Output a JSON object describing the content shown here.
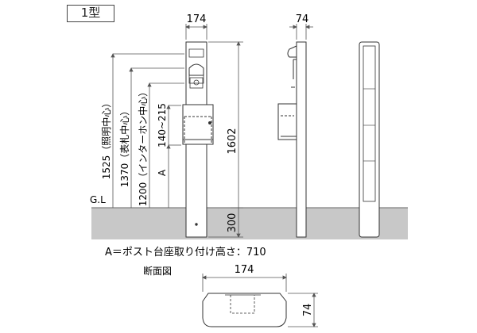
{
  "title": "1型",
  "labels": {
    "width_front": "174",
    "width_side": "74",
    "total_height": "1602",
    "buried_depth": "300",
    "gl": "G.L",
    "lighting_center": "1525（照明中心）",
    "nameplate_center": "1370（表札中心）",
    "intercom_center": "1200（インターホン中心）",
    "range": "140~215",
    "post_marker": "A",
    "post_note": "A＝ポスト台座取り付け高さ：710",
    "section_title": "断面図",
    "section_width": "174",
    "section_depth": "74"
  },
  "colors": {
    "ground": "#c8c8c8",
    "line": "#333333",
    "dim_line": "#555555"
  }
}
